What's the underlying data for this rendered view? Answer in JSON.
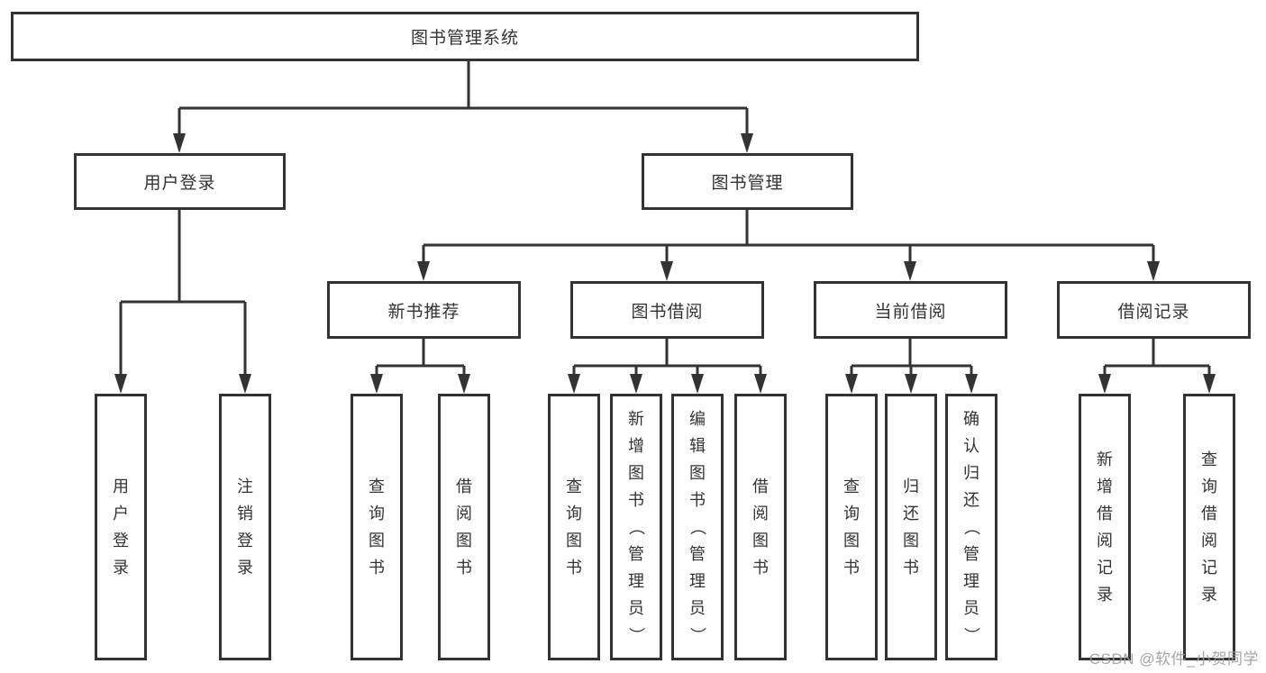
{
  "colors": {
    "line": "#333333",
    "text": "#333333",
    "watermark": "#9b9b9b"
  },
  "root": {
    "label": "图书管理系统"
  },
  "user_branch": {
    "label": "用户登录",
    "leaves": [
      "用户登录",
      "注销登录"
    ]
  },
  "book_branch": {
    "label": "图书管理",
    "groups": [
      {
        "label": "新书推荐",
        "leaves": [
          "查询图书",
          "借阅图书"
        ]
      },
      {
        "label": "图书借阅",
        "leaves": [
          "查询图书",
          "新增图书（管理员）",
          "编辑图书（管理员）",
          "借阅图书"
        ]
      },
      {
        "label": "当前借阅",
        "leaves": [
          "查询图书",
          "归还图书",
          "确认归还（管理员）"
        ]
      },
      {
        "label": "借阅记录",
        "leaves": [
          "新增借阅记录",
          "查询借阅记录"
        ]
      }
    ]
  },
  "watermark": "CSDN @软件_小贺同学"
}
